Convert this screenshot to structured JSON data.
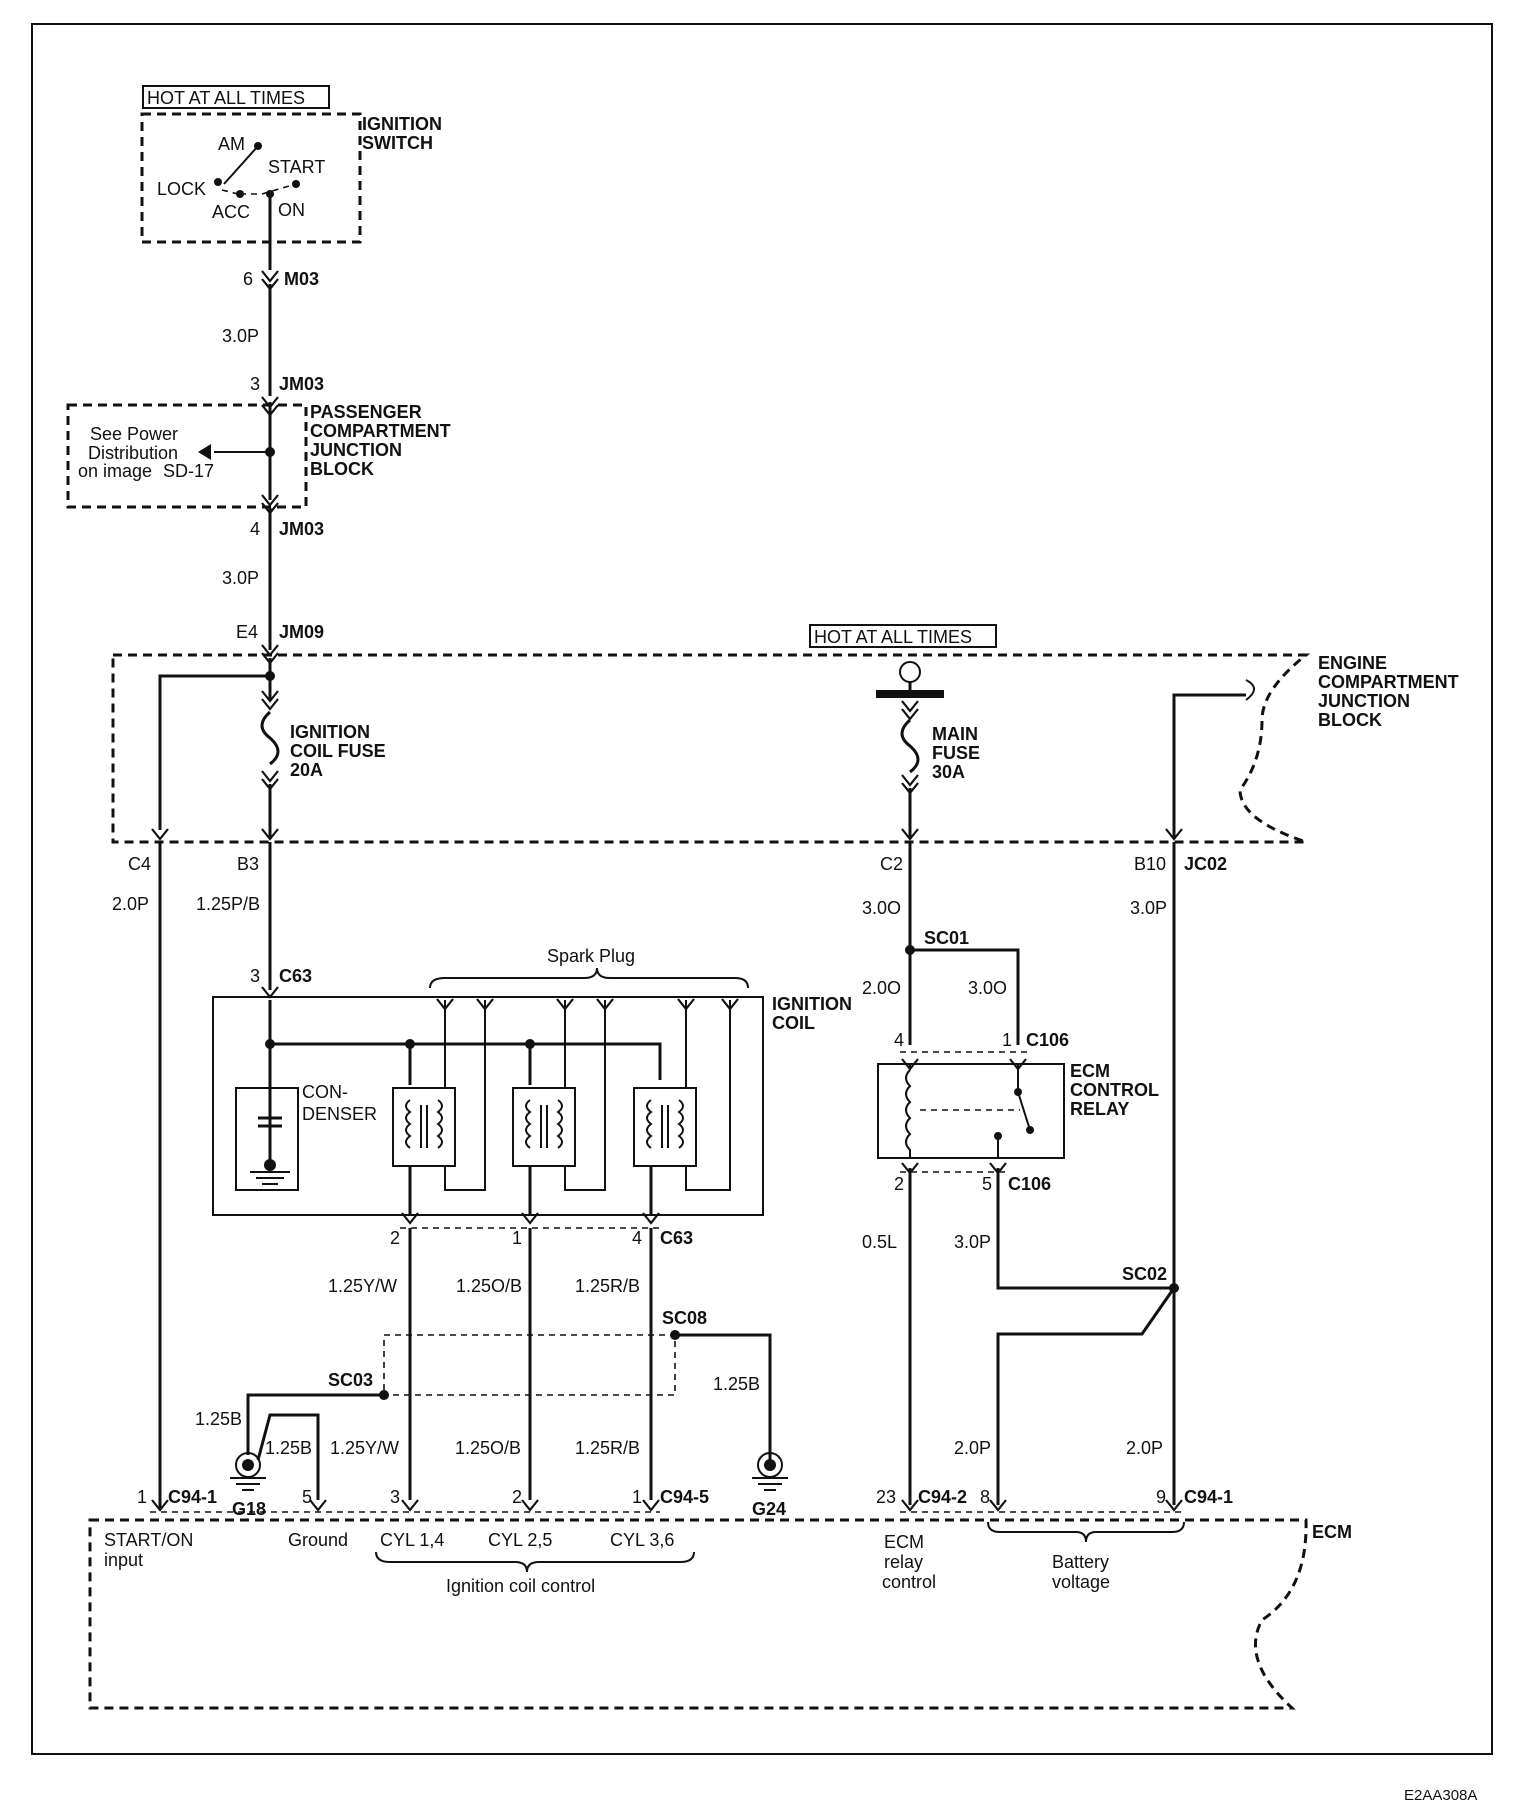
{
  "hot_all_times": "HOT AT ALL TIMES",
  "ignition_switch": {
    "title_l1": "IGNITION",
    "title_l2": "SWITCH",
    "am": "AM",
    "start": "START",
    "lock": "LOCK",
    "acc": "ACC",
    "on": "ON"
  },
  "m03": {
    "pin": "6",
    "name": "M03"
  },
  "wire_30p": "3.0P",
  "jm03_top": {
    "pin": "3",
    "name": "JM03"
  },
  "jm03_bot": {
    "pin": "4",
    "name": "JM03"
  },
  "passenger_jb": {
    "l1": "PASSENGER",
    "l2": "COMPARTMENT",
    "l3": "JUNCTION",
    "l4": "BLOCK",
    "note_l1": "See Power",
    "note_l2": "Distribution",
    "note_l3": "on image",
    "note_ref": "SD-17"
  },
  "jm09": {
    "pin": "E4",
    "name": "JM09"
  },
  "engine_jb": {
    "l1": "ENGINE",
    "l2": "COMPARTMENT",
    "l3": "JUNCTION",
    "l4": "BLOCK"
  },
  "ign_fuse": {
    "l1": "IGNITION",
    "l2": "COIL FUSE",
    "l3": "20A"
  },
  "main_fuse": {
    "l1": "MAIN",
    "l2": "FUSE",
    "l3": "30A"
  },
  "pins": {
    "c4": "C4",
    "b3": "B3",
    "c2": "C2",
    "b10": "B10",
    "jc02": "JC02"
  },
  "wires": {
    "w20p": "2.0P",
    "w125pb": "1.25P/B",
    "w300": "3.0O",
    "w200": "2.0O",
    "w05l": "0.5L",
    "w125yw": "1.25Y/W",
    "w125ob": "1.25O/B",
    "w125rb": "1.25R/B",
    "w125b": "1.25B"
  },
  "c63_top": {
    "pin": "3",
    "name": "C63"
  },
  "spark_plug": "Spark Plug",
  "ign_coil": {
    "l1": "IGNITION",
    "l2": "COIL"
  },
  "condenser": {
    "l1": "CON-",
    "l2": "DENSER"
  },
  "c63_bot": {
    "p2": "2",
    "p1": "1",
    "p4": "4",
    "name": "C63"
  },
  "sc01": "SC01",
  "c106_top": {
    "p4": "4",
    "p1": "1",
    "name": "C106"
  },
  "relay": {
    "l1": "ECM",
    "l2": "CONTROL",
    "l3": "RELAY"
  },
  "c106_bot": {
    "p2": "2",
    "p5": "5",
    "name": "C106"
  },
  "sc02": "SC02",
  "sc08": "SC08",
  "sc03": "SC03",
  "g18": "G18",
  "g24": "G24",
  "ecm_pins": {
    "p1": "1",
    "c941": "C94-1",
    "p5": "5",
    "p3": "3",
    "p2": "2",
    "p1b": "1",
    "c945": "C94-5",
    "p23": "23",
    "c942": "C94-2",
    "p8": "8",
    "p9": "9",
    "c941b": "C94-1"
  },
  "ecm": {
    "title": "ECM",
    "start_l1": "START/ON",
    "start_l2": "input",
    "ground": "Ground",
    "cyl14": "CYL 1,4",
    "cyl25": "CYL 2,5",
    "cyl36": "CYL 3,6",
    "ign_ctrl": "Ignition coil control",
    "relay_l1": "ECM",
    "relay_l2": "relay",
    "relay_l3": "control",
    "batt_l1": "Battery",
    "batt_l2": "voltage"
  },
  "figure_id": "E2AA308A"
}
